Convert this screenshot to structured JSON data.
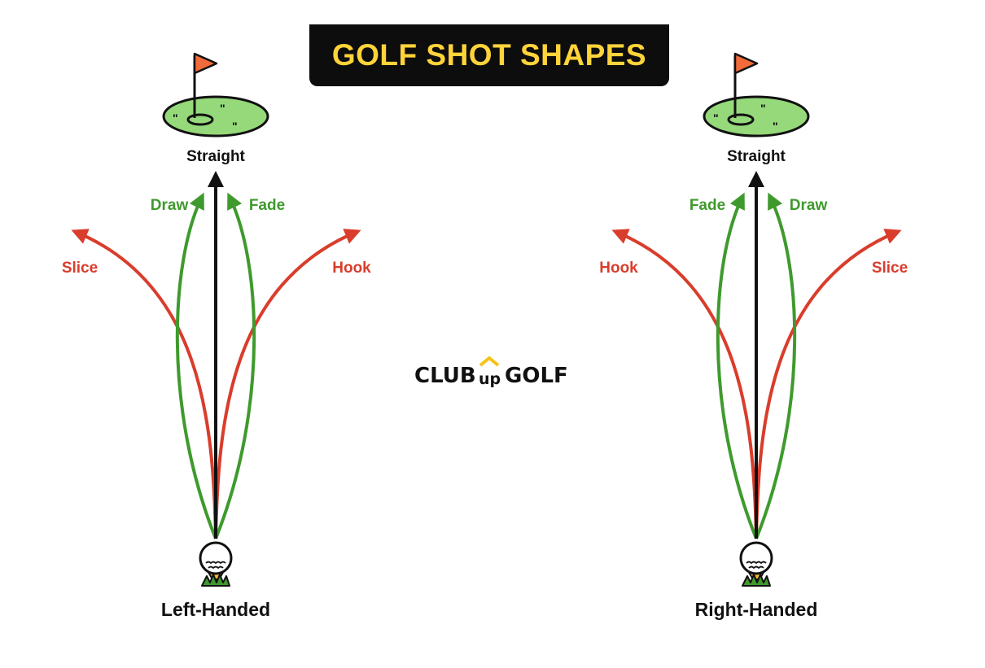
{
  "title": "GOLF SHOT SHAPES",
  "logo": {
    "part1": "CLUB",
    "part2": "up",
    "part3": "GOLF"
  },
  "colors": {
    "banner_bg": "#0d0d0d",
    "banner_text": "#ffd43a",
    "green_path": "#3f9a2d",
    "red_path": "#d93d2c",
    "straight_path": "#111111",
    "green_surface": "#95d97a",
    "flag": "#f26b3a",
    "tee": "#f7b733"
  },
  "left_panel": {
    "caption": "Left-Handed",
    "straight_label": "Straight",
    "inner_left_label": "Draw",
    "inner_right_label": "Fade",
    "outer_left_label": "Slice",
    "outer_right_label": "Hook"
  },
  "right_panel": {
    "caption": "Right-Handed",
    "straight_label": "Straight",
    "inner_left_label": "Fade",
    "inner_right_label": "Draw",
    "outer_left_label": "Hook",
    "outer_right_label": "Slice"
  }
}
